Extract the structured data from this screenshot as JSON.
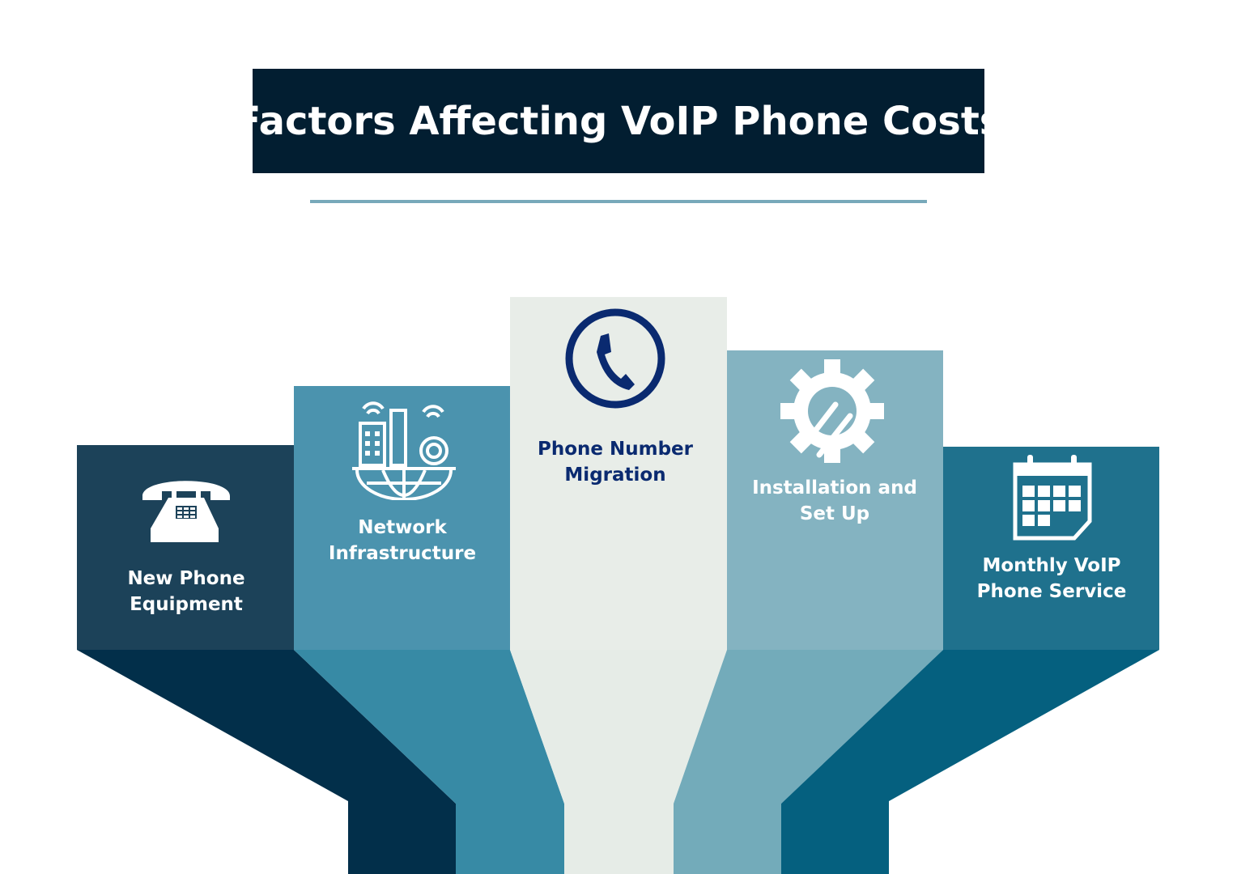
{
  "title": "Factors Affecting VoIP Phone Costs",
  "colors": {
    "title_bg": "#021e31",
    "rule": "#78a9ba",
    "columns": [
      "#1c4259",
      "#4b93ae",
      "#e8ede8",
      "#84b3c1",
      "#1f718d"
    ],
    "funnel": [
      "#022f4a",
      "#378aa5",
      "#e6ece7",
      "#73abba",
      "#05607f"
    ],
    "center_text": "#0a2a70"
  },
  "factors": [
    {
      "line1": "New Phone",
      "line2": "Equipment",
      "icon": "telephone-icon"
    },
    {
      "line1": "Network",
      "line2": "Infrastructure",
      "icon": "network-city-icon"
    },
    {
      "line1": "Phone Number",
      "line2": "Migration",
      "icon": "phone-circle-icon"
    },
    {
      "line1": "Installation and",
      "line2": "Set Up",
      "icon": "gear-tools-icon"
    },
    {
      "line1": "Monthly VoIP",
      "line2": "Phone Service",
      "icon": "calendar-icon"
    }
  ]
}
